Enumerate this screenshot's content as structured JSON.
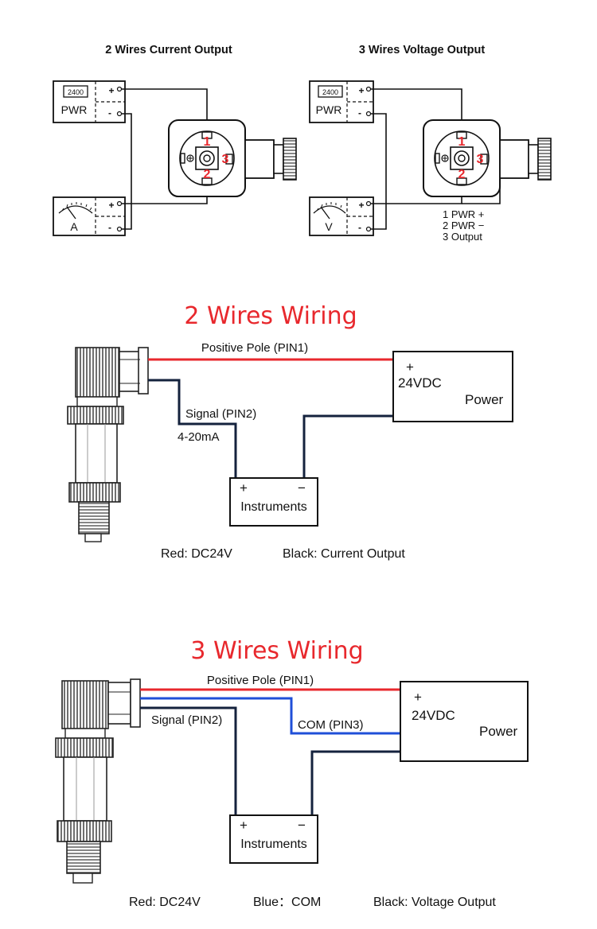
{
  "top": {
    "left_title": "2 Wires Current Output",
    "right_title": "3 Wires Voltage Output",
    "display_reading": "2400",
    "pwr_label": "PWR",
    "meter_a_label": "A",
    "meter_v_label": "V",
    "plus": "+",
    "minus": "-",
    "pin1": "1",
    "pin2": "2",
    "pin3": "3",
    "pin_legend": [
      "1 PWR +",
      "2 PWR −",
      "3 Output"
    ]
  },
  "two_wire": {
    "title": "2 Wires Wiring",
    "positive_label": "Positive Pole (PIN1)",
    "signal_label": "Signal (PIN2)",
    "current_label": "4-20mA",
    "power_plus": "+",
    "power_voltage": "24VDC",
    "power_label": "Power",
    "instr_plus": "+",
    "instr_minus": "−",
    "instr_label": "Instruments",
    "legend_red": "Red: DC24V",
    "legend_black": "Black: Current Output"
  },
  "three_wire": {
    "title": "3 Wires Wiring",
    "positive_label": "Positive Pole (PIN1)",
    "signal_label": "Signal (PIN2)",
    "com_label": "COM (PIN3)",
    "power_plus": "+",
    "power_voltage": "24VDC",
    "power_label": "Power",
    "instr_plus": "+",
    "instr_minus": "−",
    "instr_label": "Instruments",
    "legend_red": "Red: DC24V",
    "legend_blue": "Blue：COM",
    "legend_black": "Black: Voltage Output"
  },
  "colors": {
    "red": "#e8282d",
    "blue": "#1f4fd8",
    "black": "#111111",
    "navy": "#14223d"
  }
}
